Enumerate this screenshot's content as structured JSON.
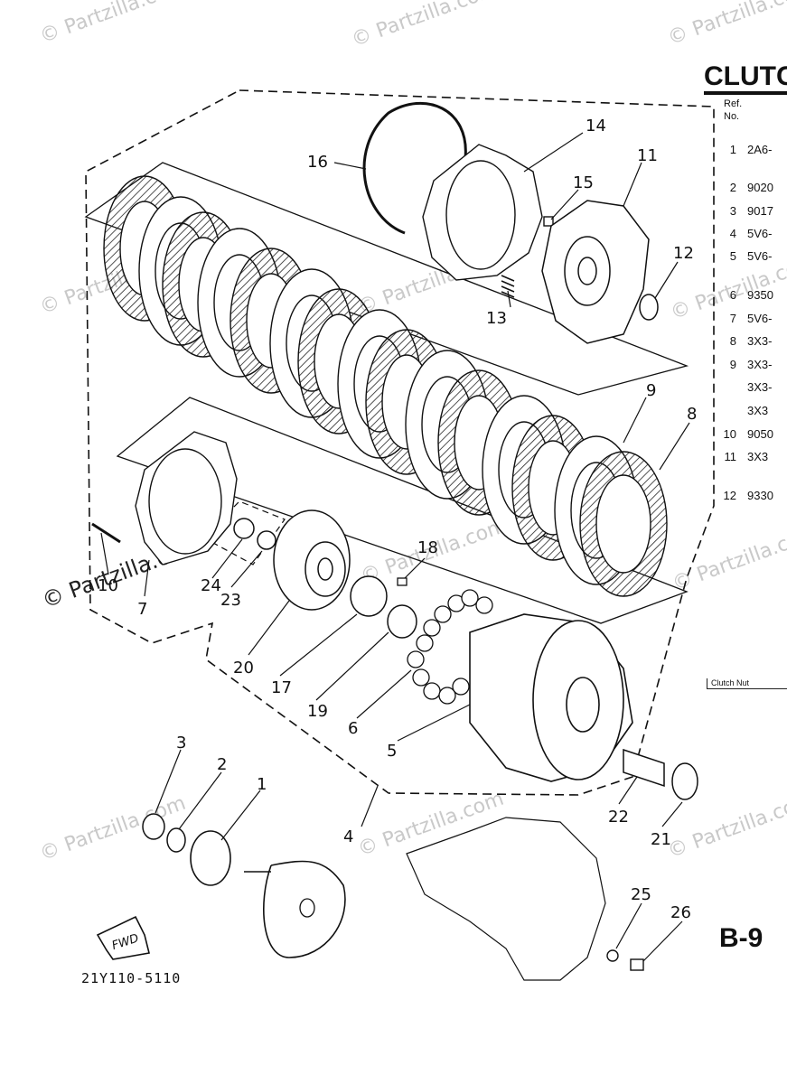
{
  "header": {
    "title": "CLUTC",
    "ref_label": "Ref.",
    "no_label": "No."
  },
  "parts_rows": [
    {
      "ref": "1",
      "code": "2A6-"
    },
    {
      "ref": "2",
      "code": "9020"
    },
    {
      "ref": "3",
      "code": "9017"
    },
    {
      "ref": "4",
      "code": "5V6-"
    },
    {
      "ref": "5",
      "code": "5V6-"
    },
    {
      "ref": "6",
      "code": "9350"
    },
    {
      "ref": "7",
      "code": "5V6-"
    },
    {
      "ref": "8",
      "code": "3X3-"
    },
    {
      "ref": "9",
      "code": "3X3-"
    },
    {
      "ref": "",
      "code": "3X3-"
    },
    {
      "ref": "",
      "code": "3X3"
    },
    {
      "ref": "10",
      "code": "9050"
    },
    {
      "ref": "11",
      "code": "3X3"
    },
    {
      "ref": "12",
      "code": "9330"
    }
  ],
  "callout": "Clutch Nut",
  "page_no": "B-9",
  "diagram_code": "21Y110-5110",
  "fwd_label": "FWD",
  "watermark": "© Partzilla.com",
  "part_labels": {
    "p1": "1",
    "p2": "2",
    "p3": "3",
    "p4": "4",
    "p5": "5",
    "p6": "6",
    "p7": "7",
    "p8": "8",
    "p9": "9",
    "p10": "10",
    "p11": "11",
    "p12": "12",
    "p13": "13",
    "p14": "14",
    "p15": "15",
    "p16": "16",
    "p17": "17",
    "p18": "18",
    "p19": "19",
    "p20": "20",
    "p21": "21",
    "p22": "22",
    "p23": "23",
    "p24": "24",
    "p25": "25",
    "p26": "26"
  }
}
